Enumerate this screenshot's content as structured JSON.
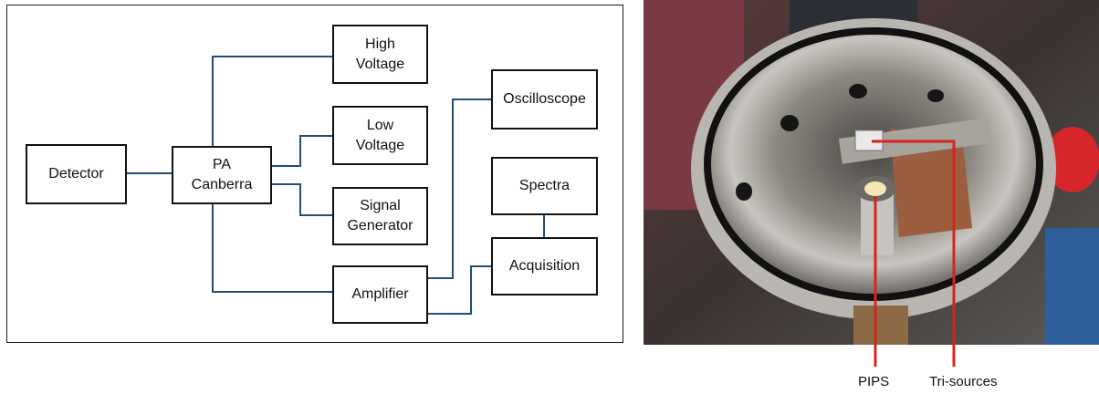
{
  "diagram": {
    "nodes": {
      "detector": "Detector",
      "pa_canberra": "PA\nCanberra",
      "high_voltage": "High\nVoltage",
      "low_voltage": "Low\nVoltage",
      "signal_generator": "Signal\nGenerator",
      "amplifier": "Amplifier",
      "oscilloscope": "Oscilloscope",
      "spectra": "Spectra",
      "acquisition": "Acquisition"
    },
    "wire_color": "#1f4e79"
  },
  "photo": {
    "callouts": {
      "pips": "PIPS",
      "tri_sources": "Tri-sources"
    },
    "callout_color": "#d6231e"
  }
}
